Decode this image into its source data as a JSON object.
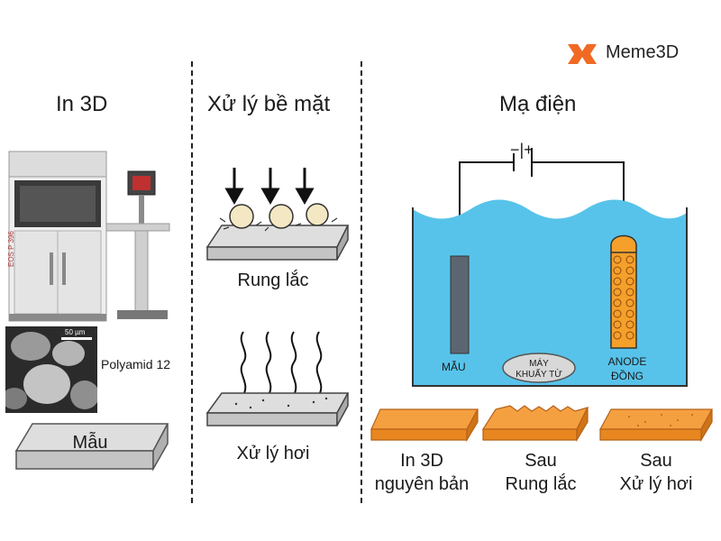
{
  "brand": {
    "name": "Meme3D",
    "icon": "meme3d-logo-icon",
    "color": "#f06a24"
  },
  "sections": {
    "print": {
      "title": "In 3D",
      "material": "Polyamid 12",
      "scale": "50 µm",
      "sample": "Mẫu",
      "printer_label": "EOS P 396"
    },
    "surface": {
      "title": "Xử lý bề mặt",
      "step1": "Rung lắc",
      "step2": "Xử lý hơi"
    },
    "plating": {
      "title": "Mạ điện",
      "polarity": "−|+",
      "sample_label": "MẪU",
      "stirrer_line1": "MÁY",
      "stirrer_line2": "KHUẤY TỪ",
      "anode_line1": "ANODE",
      "anode_line2": "ĐỒNG",
      "results": [
        {
          "line1": "In 3D",
          "line2": "nguyên bản"
        },
        {
          "line1": "Sau",
          "line2": "Rung lắc"
        },
        {
          "line1": "Sau",
          "line2": "Xử lý hơi"
        }
      ]
    }
  },
  "colors": {
    "water": "#58c3ea",
    "slab": "#d9d9d9",
    "orange": "#f39a3c",
    "rod": "#5c6670",
    "anode": "#f5a02a"
  }
}
